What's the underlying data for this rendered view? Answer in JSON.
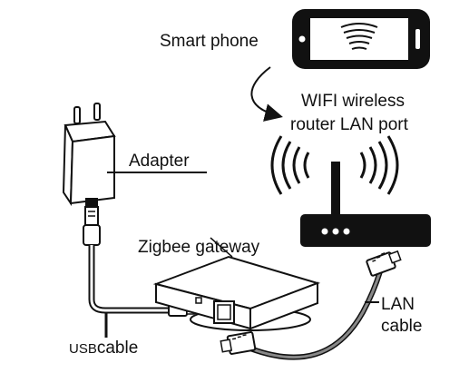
{
  "diagram": {
    "labels": {
      "smartphone": "Smart phone",
      "router_line1": "WIFI wireless",
      "router_line2": "router LAN port",
      "adapter": "Adapter",
      "gateway": "Zigbee gateway",
      "usb_prefix": "USB",
      "usb_suffix": "cable",
      "lan_line1": "LAN",
      "lan_line2": "cable"
    },
    "icons": {
      "phone": "smartphone-icon",
      "wifi_on_phone": "wifi-signal-icon",
      "router": "router-icon",
      "router_waves": "wireless-waves-icon",
      "adapter": "power-adapter-icon",
      "gateway": "zigbee-gateway-icon",
      "usb_plug": "usb-plug-icon",
      "rj45_plug": "rj45-plug-icon"
    },
    "colors": {
      "ink": "#111111",
      "lan_cable": "#777777",
      "usb_cable": "#ffffff"
    }
  }
}
